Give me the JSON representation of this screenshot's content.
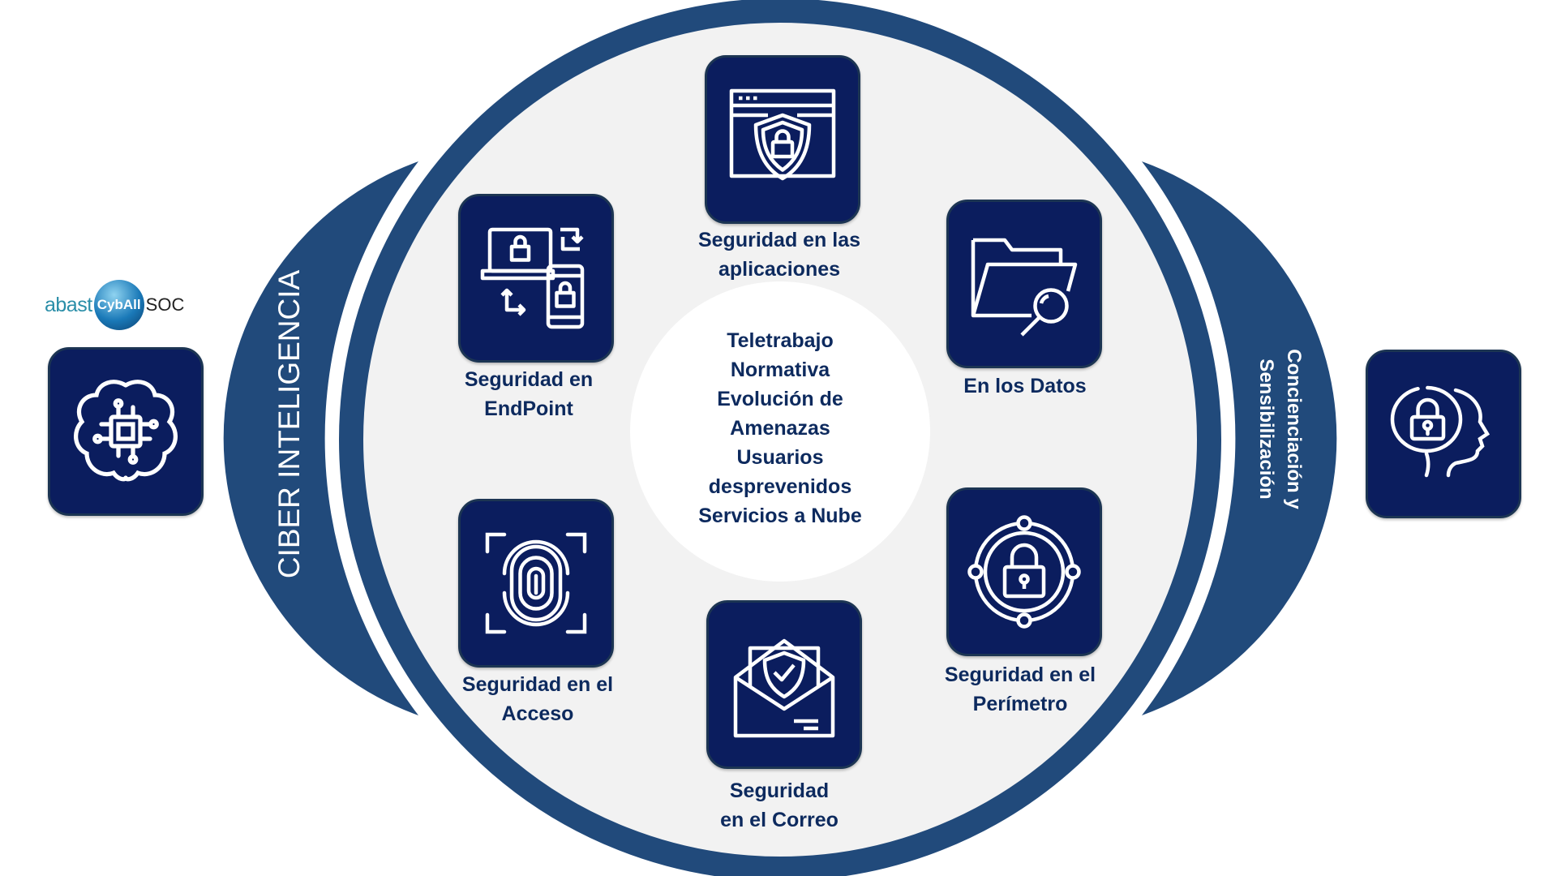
{
  "logo": {
    "brand": "abast",
    "product": "CybAll",
    "suffix": "SOC"
  },
  "left_band": {
    "label": "CIBER INTELIGENCIA",
    "icon": "brain-chip-icon"
  },
  "right_band": {
    "lines": [
      "Concienciación y",
      "Sensibilización"
    ],
    "icon": "head-lock-icon"
  },
  "center": {
    "lines": [
      "Teletrabajo",
      "Normativa",
      "Evolución de",
      "Amenazas",
      "Usuarios",
      "desprevenidos",
      "Servicios a Nube"
    ]
  },
  "segments": [
    {
      "id": "aplicaciones",
      "lines": [
        "Seguridad en las",
        "aplicaciones"
      ],
      "icon": "browser-shield-icon"
    },
    {
      "id": "endpoint",
      "lines": [
        "Seguridad en",
        "EndPoint"
      ],
      "icon": "laptop-phone-lock-icon"
    },
    {
      "id": "datos",
      "lines": [
        "En los Datos"
      ],
      "icon": "folder-search-icon"
    },
    {
      "id": "acceso",
      "lines": [
        "Seguridad en el",
        "Acceso"
      ],
      "icon": "fingerprint-icon"
    },
    {
      "id": "correo",
      "lines": [
        "Seguridad",
        "en el Correo"
      ],
      "icon": "email-shield-icon"
    },
    {
      "id": "perimetro",
      "lines": [
        "Seguridad en el",
        "Perímetro"
      ],
      "icon": "network-lock-icon"
    }
  ],
  "colors": {
    "ring": "#214a7b",
    "tile": "#0b1d5e",
    "text": "#0d2a5e",
    "fill": "#f2f2f2"
  }
}
